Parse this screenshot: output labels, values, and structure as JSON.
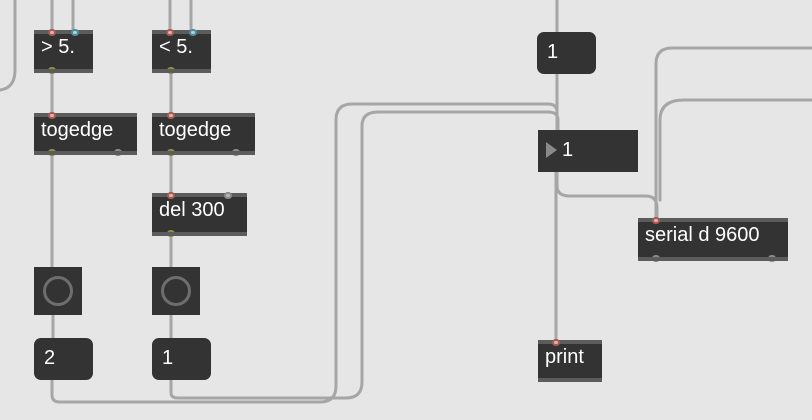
{
  "patch": {
    "objects": {
      "gt": "> 5.",
      "lt": "< 5.",
      "togedge_left": "togedge",
      "togedge_right": "togedge",
      "del": "del 300",
      "serial": "serial d 9600",
      "print": "print"
    },
    "messages": {
      "msg_left": "2",
      "msg_mid": "1",
      "msg_top": "1"
    },
    "number_box": {
      "value": "1"
    },
    "colors": {
      "canvas": "#e6e6e6",
      "box": "#333333",
      "patchcord": "#a8a8a8",
      "inlet": "#e6b0aa",
      "inlet_right": "#a9d3dc",
      "outlet": "#dbdba0"
    }
  }
}
